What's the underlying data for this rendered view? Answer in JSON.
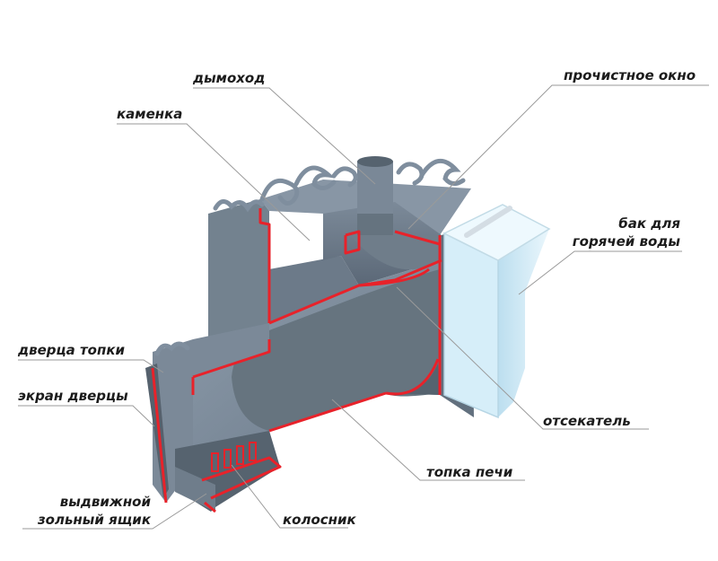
{
  "diagram": {
    "labels": {
      "dymokhod": "дымоход",
      "prochistnoe_okno": "прочистное окно",
      "kamenka": "каменка",
      "bak_line1": "бак для",
      "bak_line2": "горячей воды",
      "dvertsa_topki": "дверца топки",
      "ekran_dvertsy": "экран дверцы",
      "otsekatel": "отсекатель",
      "topka_pechi": "топка печи",
      "zolnik_line1": "выдвижной",
      "zolnik_line2": "зольный ящик",
      "kolosnik": "колосник"
    },
    "colors": {
      "steel": "#7f8e9e",
      "steel_dark": "#5d6b7a",
      "steel_light": "#a3b0bd",
      "cut_edge": "#e8222a",
      "tank_glass": "#cfe9f6",
      "leader_line": "#9a9a9a"
    }
  }
}
